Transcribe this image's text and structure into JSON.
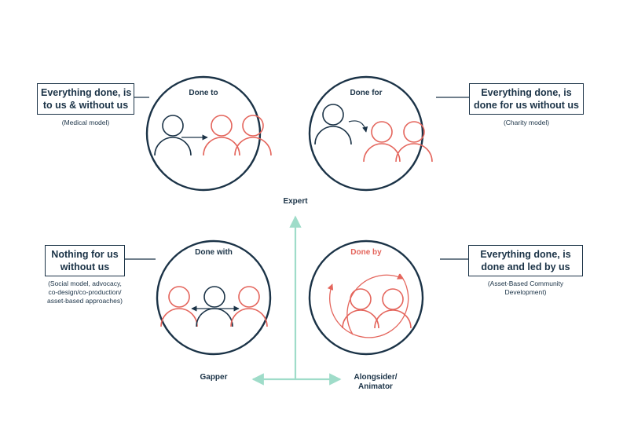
{
  "quadrants": {
    "done_to": {
      "title": "Done to",
      "box_lines": [
        "Everything done, is",
        "to us & without us"
      ],
      "note_lines": [
        "(Medical model)"
      ]
    },
    "done_for": {
      "title": "Done for",
      "box_lines": [
        "Everything done, is",
        "done for us without us"
      ],
      "note_lines": [
        "(Charity model)"
      ]
    },
    "done_with": {
      "title": "Done with",
      "box_lines": [
        "Nothing for us",
        "without us"
      ],
      "note_lines": [
        "(Social model, advocacy,",
        "co-design/co-production/",
        "asset-based approaches)"
      ]
    },
    "done_by": {
      "title": "Done by",
      "box_lines": [
        "Everything done, is",
        "done and led by us"
      ],
      "note_lines": [
        "(Asset-Based Community",
        "Development)"
      ]
    }
  },
  "axes": {
    "vertical_label": "Expert",
    "left_label": "Gapper",
    "right_label_lines": [
      "Alongsider/",
      "Animator"
    ]
  },
  "colors": {
    "navy": "#1b3347",
    "coral": "#e4655c",
    "axis": "#9fdcc9"
  }
}
